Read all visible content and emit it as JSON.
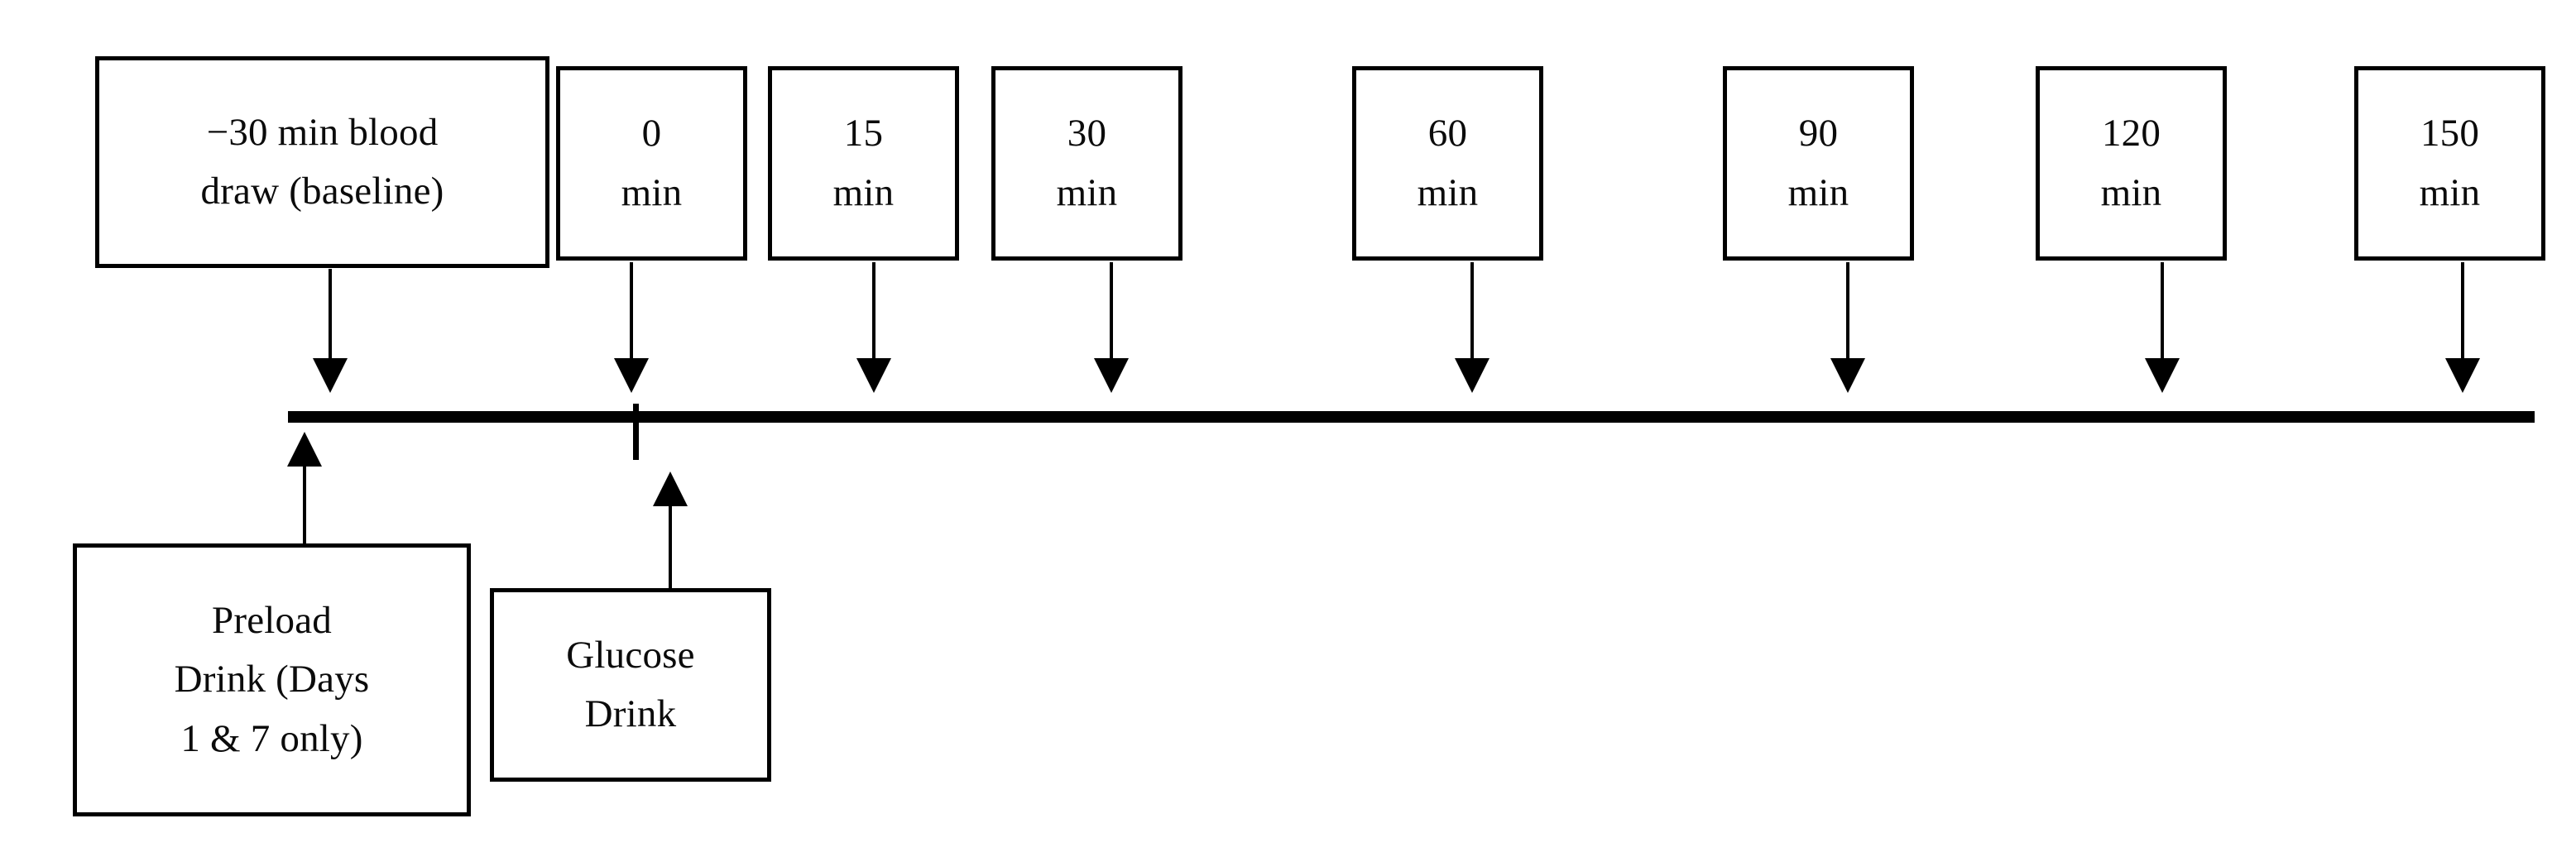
{
  "figure": {
    "kind": "study-protocol-timeline",
    "background_color": "#ffffff",
    "line_color": "#000000",
    "text_color": "#000000"
  },
  "timeline": {
    "bar_label": "study timeline axis",
    "zero_tick_label": "0 min tick"
  },
  "timepoint_boxes": [
    {
      "id": "baseline",
      "text": "−30 min blood\ndraw (baseline)",
      "arrow": "down"
    },
    {
      "id": "t0",
      "text": "0\nmin",
      "arrow": "down"
    },
    {
      "id": "t15",
      "text": "15\nmin",
      "arrow": "down"
    },
    {
      "id": "t30",
      "text": "30\nmin",
      "arrow": "down"
    },
    {
      "id": "t60",
      "text": "60\nmin",
      "arrow": "down"
    },
    {
      "id": "t90",
      "text": "90\nmin",
      "arrow": "down"
    },
    {
      "id": "t120",
      "text": "120\nmin",
      "arrow": "down"
    },
    {
      "id": "t150",
      "text": "150\nmin",
      "arrow": "down"
    }
  ],
  "intervention_boxes": [
    {
      "id": "preload",
      "text": "Preload\nDrink (Days\n1 & 7 only)",
      "arrow": "up"
    },
    {
      "id": "glucose",
      "text": "Glucose\nDrink",
      "arrow": "up"
    }
  ]
}
